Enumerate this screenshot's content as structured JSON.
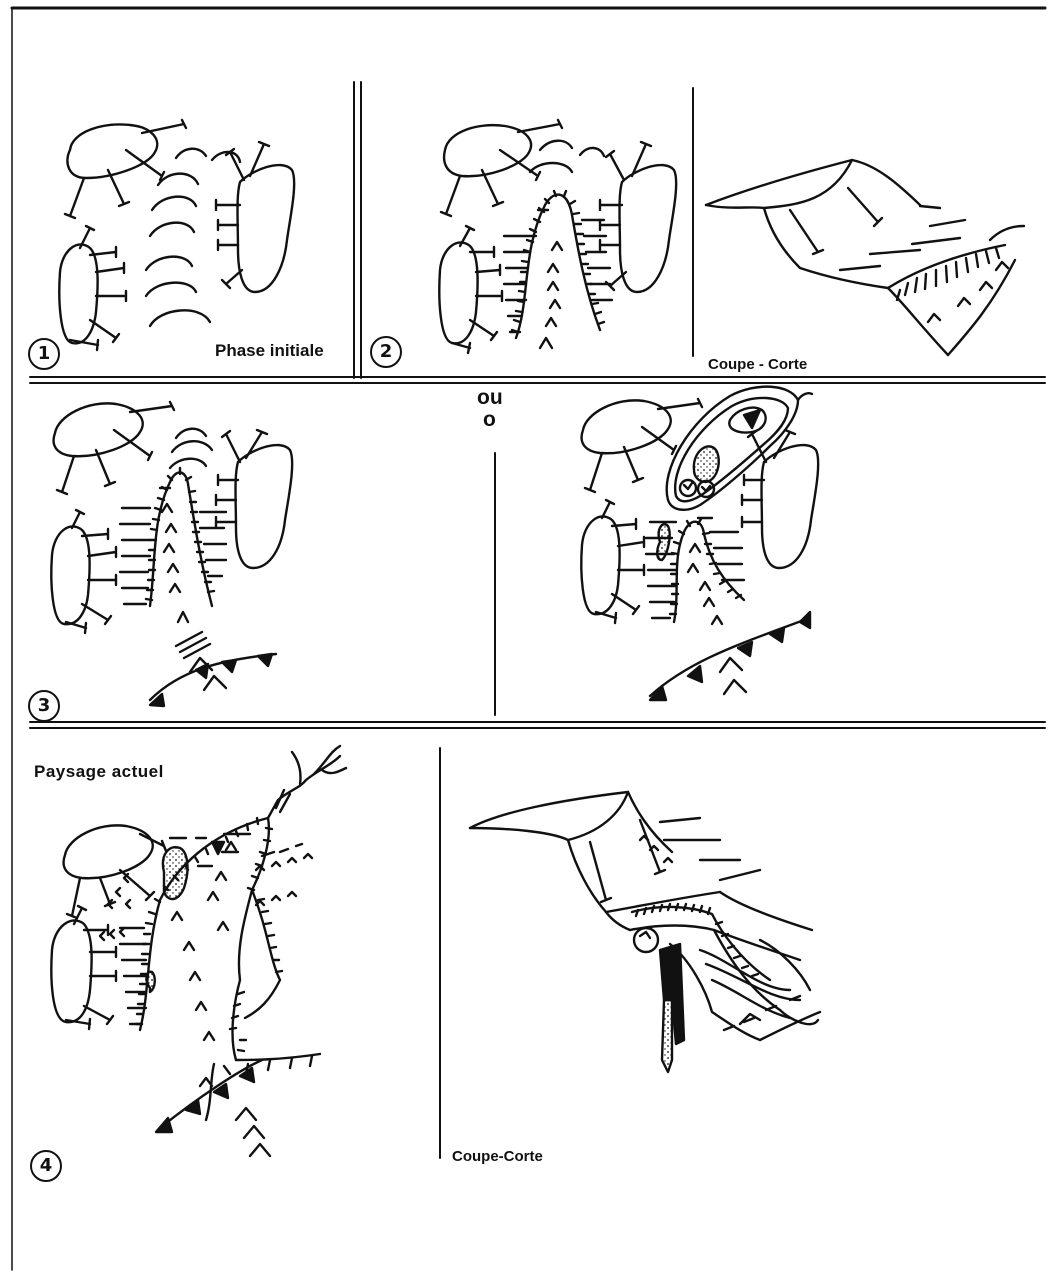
{
  "panels": [
    {
      "number": "1",
      "caption": "Phase initiale"
    },
    {
      "number": "2",
      "caption": "Coupe - Corte"
    },
    {
      "number": "3",
      "alternative": [
        "ou",
        "o"
      ]
    },
    {
      "number": "4",
      "title": "Paysage actuel",
      "caption": "Coupe-Corte"
    }
  ],
  "colors": {
    "ink": "#111111",
    "paper": "#ffffff"
  }
}
